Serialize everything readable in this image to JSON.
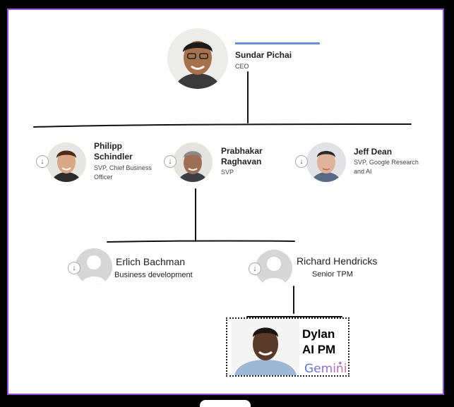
{
  "ceo": {
    "name": "Sundar Pichai",
    "title": "CEO"
  },
  "reports": [
    {
      "name_line1": "Philipp",
      "name_line2": "Schindler",
      "title_line1": "SVP, Chief Business",
      "title_line2": "Officer"
    },
    {
      "name_line1": "Prabhakar",
      "name_line2": "Raghavan",
      "title_line1": "SVP",
      "title_line2": ""
    },
    {
      "name_line1": "Jeff Dean",
      "name_line2": "",
      "title_line1": "SVP, Google Research",
      "title_line2": "and AI"
    }
  ],
  "level3": [
    {
      "name": "Erlich Bachman",
      "title": "Business development"
    },
    {
      "name": "Richard Hendricks",
      "title": "Senior TPM"
    }
  ],
  "highlight": {
    "name": "Dylan",
    "role": "AI PM",
    "badge": "Gemini"
  },
  "icons": {
    "download": "download-arrow-icon",
    "person": "person-silhouette-icon",
    "sparkle": "sparkle-icon"
  },
  "colors": {
    "frame_border": "#8a4fd6",
    "ceo_accent_bar": "#6a8fd8",
    "gemini_gradient": [
      "#4a7be0",
      "#8f6ad8",
      "#d56b8c"
    ]
  }
}
